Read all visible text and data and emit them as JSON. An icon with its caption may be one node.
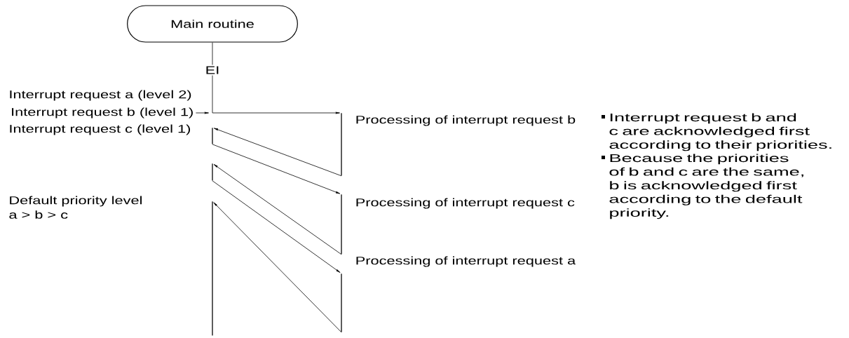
{
  "diagram": {
    "nodes": [
      {
        "text": [
          "Main routine"
        ]
      },
      {
        "text": [
          "Interrupt request b (level 1)"
        ]
      },
      {
        "text": [],
        "shape": "bar",
        "beside": [
          "Processing of interrupt request b"
        ]
      },
      {
        "text": [],
        "shape": "bar"
      },
      {
        "text": [],
        "shape": "bar",
        "beside": [
          "Processing of interrupt request c"
        ]
      },
      {
        "text": [],
        "shape": "bar"
      },
      {
        "text": [],
        "shape": "bar",
        "beside": [
          "Processing of interrupt request a"
        ]
      },
      {
        "text": [],
        "shape": "bar"
      }
    ],
    "edges": [
      {
        "from": 0,
        "to": 2,
        "arrow": "to",
        "label": "EI"
      },
      {
        "from": 1,
        "to": null,
        "arrow": "to"
      },
      {
        "from": 2,
        "to": 3,
        "arrow": "to"
      },
      {
        "from": 3,
        "to": 4,
        "arrow": "to"
      },
      {
        "from": 4,
        "to": 5,
        "arrow": "to"
      },
      {
        "from": 5,
        "to": 6,
        "arrow": "to"
      },
      {
        "from": 6,
        "to": 7,
        "arrow": "to"
      }
    ],
    "labels": [
      "Interrupt request a (level 2)",
      "Interrupt request c (level 1)",
      "Default priority level",
      "a > b > c",
      "Interrupt request b and c are acknowledged first according to their priorities.",
      "Because the priorities of b and c are the same, b is acknowledged first according to the default priority."
    ]
  }
}
